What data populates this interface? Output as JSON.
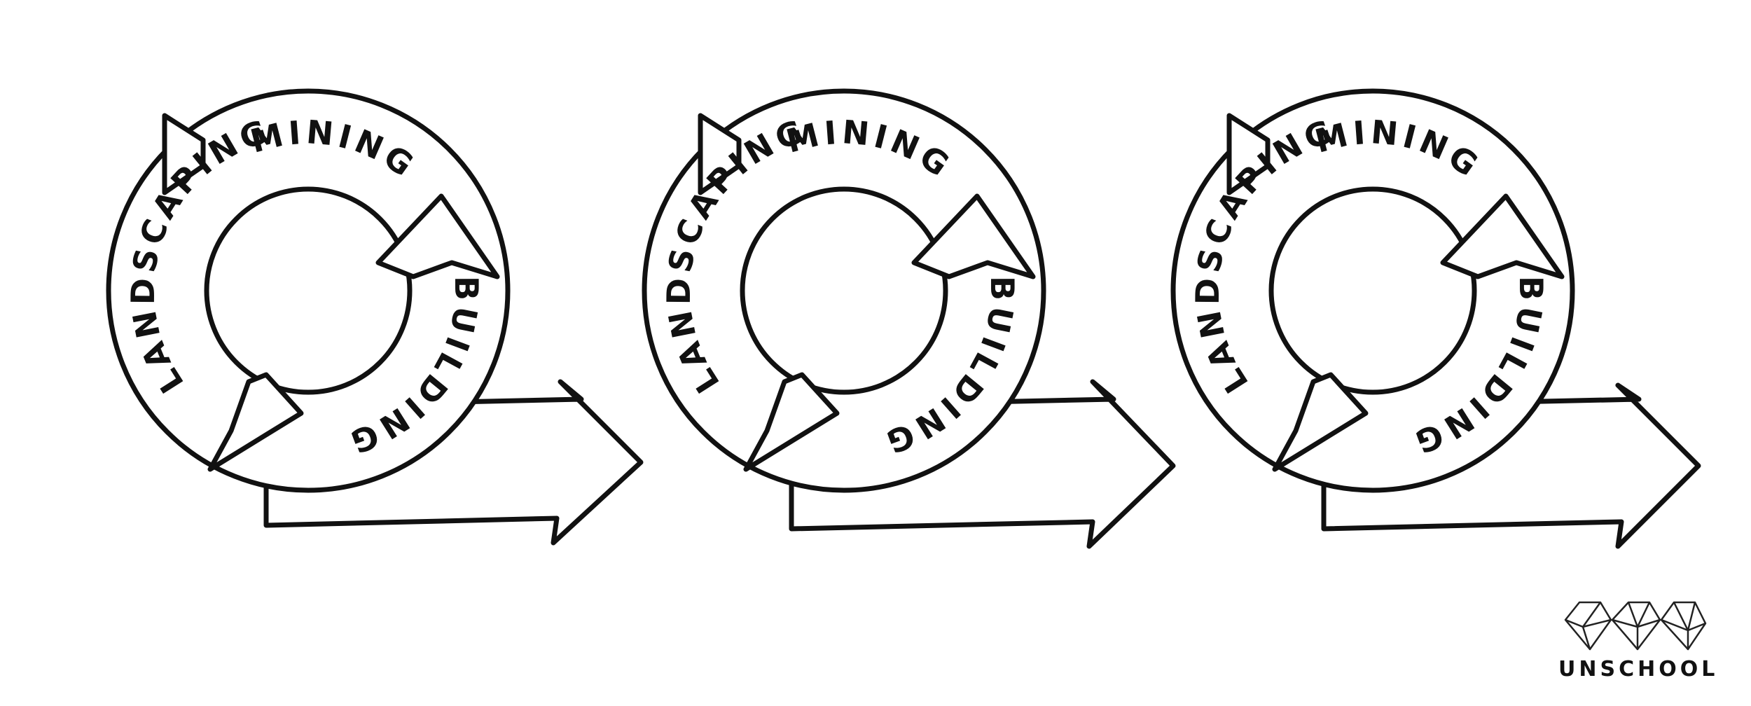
{
  "cycles": [
    {
      "top_label": "MINING",
      "right_label": "BUILDING",
      "left_label": "LANDSCAPING"
    },
    {
      "top_label": "MINING",
      "right_label": "BUILDING",
      "left_label": "LANDSCAPING"
    },
    {
      "top_label": "MINING",
      "right_label": "BUILDING",
      "left_label": "LANDSCAPING"
    }
  ],
  "brand": {
    "name": "UNSCHOOL"
  }
}
